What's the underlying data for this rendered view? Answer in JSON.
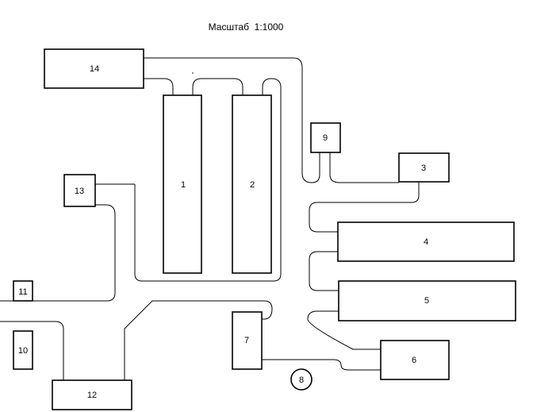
{
  "title": "Масштаб  1:1000",
  "buildings": [
    {
      "id": "b1",
      "label": "1"
    },
    {
      "id": "b2",
      "label": "2"
    },
    {
      "id": "b3",
      "label": "3"
    },
    {
      "id": "b4",
      "label": "4"
    },
    {
      "id": "b5",
      "label": "5"
    },
    {
      "id": "b6",
      "label": "6"
    },
    {
      "id": "b7",
      "label": "7"
    },
    {
      "id": "b8",
      "label": "8"
    },
    {
      "id": "b9",
      "label": "9"
    },
    {
      "id": "b10",
      "label": "10"
    },
    {
      "id": "b11",
      "label": "11"
    },
    {
      "id": "b12",
      "label": "12"
    },
    {
      "id": "b13",
      "label": "13"
    },
    {
      "id": "b14",
      "label": "14"
    }
  ]
}
